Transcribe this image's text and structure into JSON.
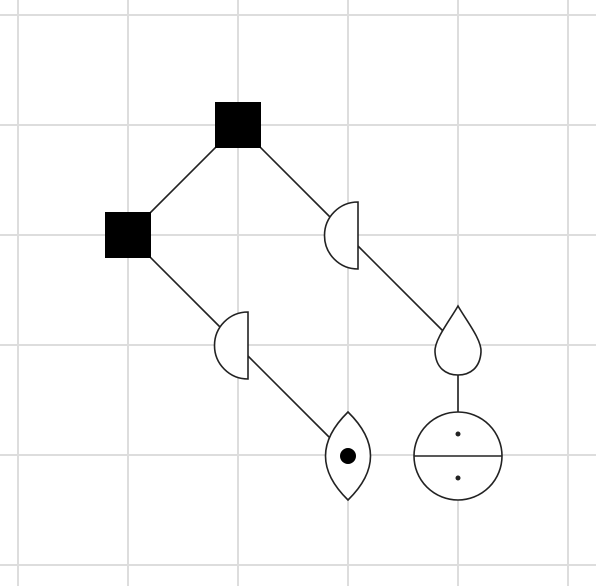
{
  "colors": {
    "background": "#ffffff",
    "grid": "#dddddd",
    "stroke": "#222222",
    "fill_dark": "#000000",
    "fill_light": "#ffffff"
  },
  "diagram": {
    "nodes": [
      {
        "id": "square-top",
        "shape": "filled-square"
      },
      {
        "id": "square-left",
        "shape": "filled-square"
      },
      {
        "id": "half-disc-right",
        "shape": "half-disc"
      },
      {
        "id": "half-disc-mid",
        "shape": "half-disc"
      },
      {
        "id": "teardrop",
        "shape": "teardrop"
      },
      {
        "id": "lens-eye",
        "shape": "lens-with-dot"
      },
      {
        "id": "split-circle",
        "shape": "circle-divided-with-dots"
      }
    ],
    "edges": [
      {
        "from": "square-top",
        "to": "square-left"
      },
      {
        "from": "square-top",
        "to": "half-disc-right"
      },
      {
        "from": "half-disc-right",
        "to": "teardrop"
      },
      {
        "from": "square-left",
        "to": "half-disc-mid"
      },
      {
        "from": "half-disc-mid",
        "to": "lens-eye"
      },
      {
        "from": "teardrop",
        "to": "split-circle"
      }
    ]
  }
}
